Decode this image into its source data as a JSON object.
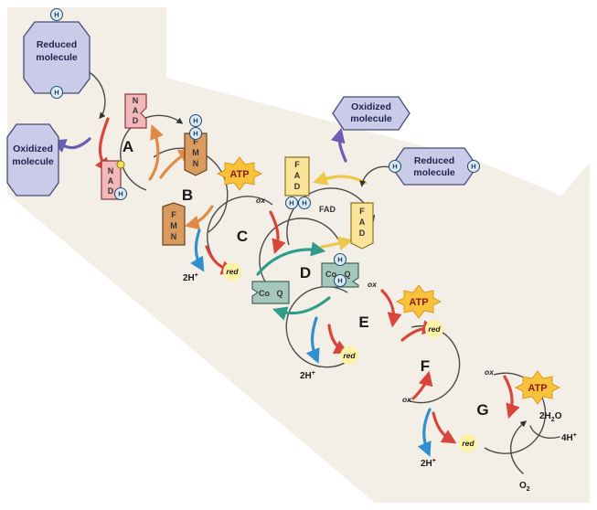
{
  "colors": {
    "band": "#f4efe6",
    "nad": "#f3b8bb",
    "fmn": "#d99b5e",
    "fad": "#fbe39a",
    "coq": "#a6c7bb",
    "molecule": "#c9cbe8",
    "hydrogen": "#dcecf7",
    "atp": "#f8c23a",
    "redox": "#fbf2a6",
    "arrow_red": "#d9453a",
    "arrow_orange": "#e08b45",
    "arrow_teal": "#2f9c8c",
    "arrow_blue": "#2f8fd0",
    "arrow_purple": "#6b5fb3",
    "arrow_yellow": "#eec64a"
  },
  "complexes": [
    "A",
    "B",
    "C",
    "D",
    "E",
    "F",
    "G"
  ],
  "molecules": {
    "reduced_1": [
      "Reduced",
      "molecule"
    ],
    "oxidized_1": [
      "Oxidized",
      "molecule"
    ],
    "oxidized_2": [
      "Oxidized",
      "molecule"
    ],
    "reduced_2": [
      "Reduced",
      "molecule"
    ]
  },
  "hydrogen": "H",
  "carriers": {
    "nad_top": [
      "N",
      "A",
      "D"
    ],
    "nad_bottom": [
      "N",
      "A",
      "D"
    ],
    "fmn_top": [
      "F",
      "M",
      "N"
    ],
    "fmn_bottom": [
      "F",
      "M",
      "N"
    ],
    "fad_left": [
      "F",
      "A",
      "D"
    ],
    "fad_right": [
      "F",
      "A",
      "D"
    ],
    "fad_word": "FAD",
    "coq_left": [
      "Co",
      "Q"
    ],
    "coq_right": [
      "Co",
      "Q"
    ]
  },
  "atp": [
    "ATP",
    "ATP",
    "ATP"
  ],
  "redox": {
    "ox": "ox",
    "red": "red"
  },
  "products": {
    "proton_2h": [
      "2H",
      "+"
    ],
    "water": [
      "2H",
      "2",
      "O"
    ],
    "proton_4h": [
      "4H",
      "+"
    ],
    "oxygen": [
      "O",
      "2"
    ]
  }
}
